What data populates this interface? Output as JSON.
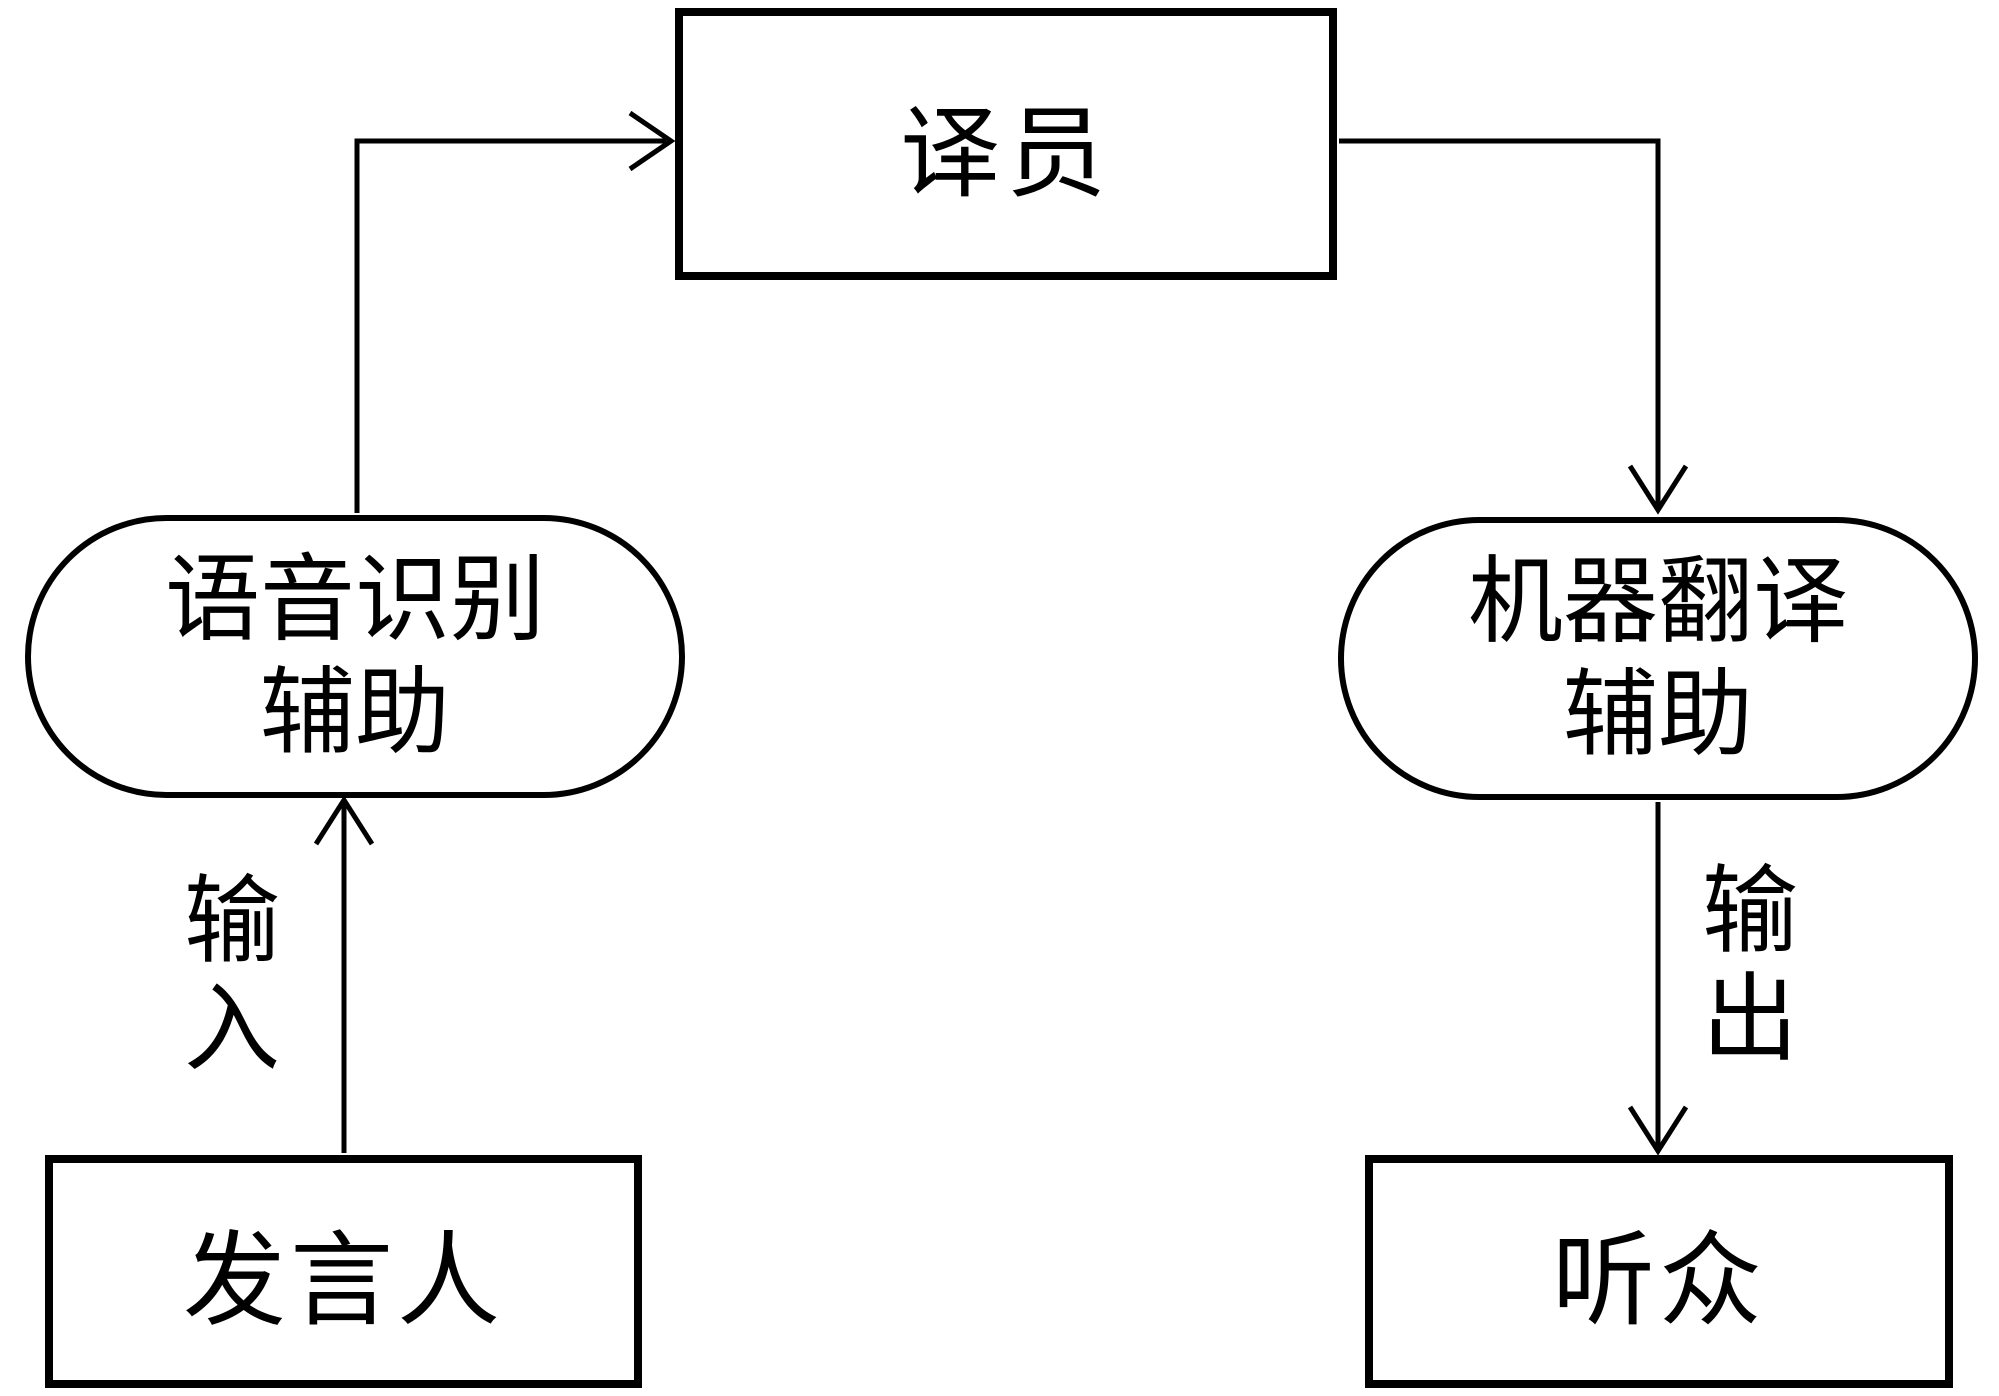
{
  "diagram": {
    "colors": {
      "stroke": "#000000",
      "background": "#ffffff"
    },
    "nodes": {
      "interpreter": {
        "label": "译员",
        "shape": "rectangle"
      },
      "speech_recognition": {
        "lines": [
          "语音识别",
          "辅助"
        ],
        "shape": "stadium"
      },
      "machine_translation": {
        "lines": [
          "机器翻译",
          "辅助"
        ],
        "shape": "stadium"
      },
      "speaker": {
        "label": "发言人",
        "shape": "rectangle"
      },
      "audience": {
        "label": "听众",
        "shape": "rectangle"
      }
    },
    "edges": [
      {
        "from": "speaker",
        "to": "speech_recognition",
        "label": "输入"
      },
      {
        "from": "speech_recognition",
        "to": "interpreter",
        "label": ""
      },
      {
        "from": "interpreter",
        "to": "machine_translation",
        "label": ""
      },
      {
        "from": "machine_translation",
        "to": "audience",
        "label": "输出"
      }
    ]
  }
}
